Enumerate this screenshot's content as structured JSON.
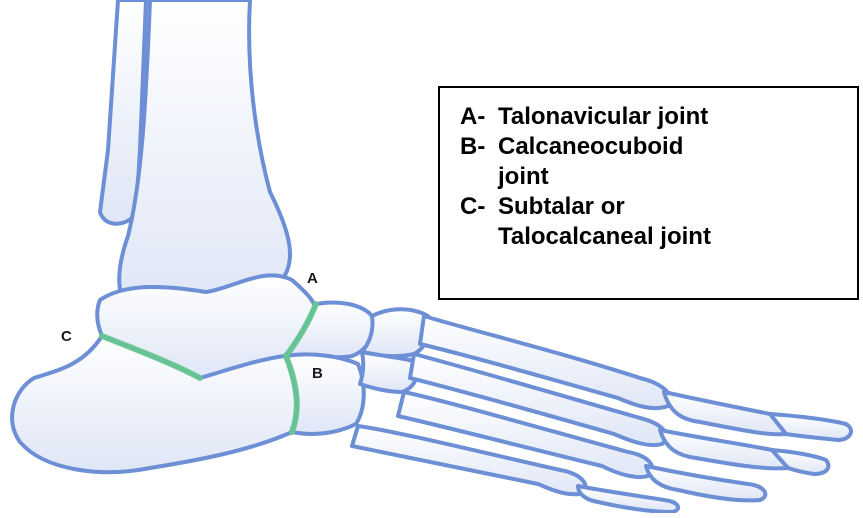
{
  "diagram": {
    "colors": {
      "bone_fill": "#f4f6fc",
      "bone_outline": "#6d8fd6",
      "joint_highlight": "#66c98e",
      "text": "#000000"
    }
  },
  "labels": {
    "a": "A",
    "b": "B",
    "c": "C"
  },
  "legend": {
    "items": [
      {
        "key": "A-",
        "lines": [
          "Talonavicular joint"
        ]
      },
      {
        "key": "B-",
        "lines": [
          "Calcaneocuboid",
          "joint"
        ]
      },
      {
        "key": "C-",
        "lines": [
          "Subtalar or",
          "Talocalcaneal joint"
        ]
      }
    ]
  }
}
